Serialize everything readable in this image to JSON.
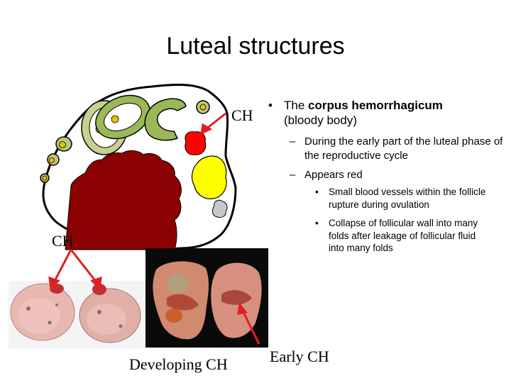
{
  "slide": {
    "title": "Luteal structures",
    "ch_label_top": "CH",
    "ch_label_left": "CH",
    "bullets": {
      "level1_marker": "•",
      "level1_prefix": "The ",
      "level1_bold": "corpus hemorrhagicum",
      "level1_suffix": "(bloody body)",
      "level2_marker": "–",
      "level2": [
        "During the early part of the luteal phase of the reproductive cycle",
        "Appears red"
      ],
      "level3_marker": "•",
      "level3": [
        "Small blood vessels within the follicle rupture during ovulation",
        "Collapse of follicular wall into many folds after leakage of follicular fluid into many folds"
      ]
    },
    "captions": {
      "developing": "Developing CH",
      "early": "Early CH"
    },
    "colors": {
      "corpus_luteum": "#8b0000",
      "corpus_hemorrhagicum": "#ff0000",
      "yellow_structure": "#ffff00",
      "grey_structure": "#c8c8c8",
      "follicle_wall": "#8fb050",
      "arrow": "#e02020"
    }
  }
}
